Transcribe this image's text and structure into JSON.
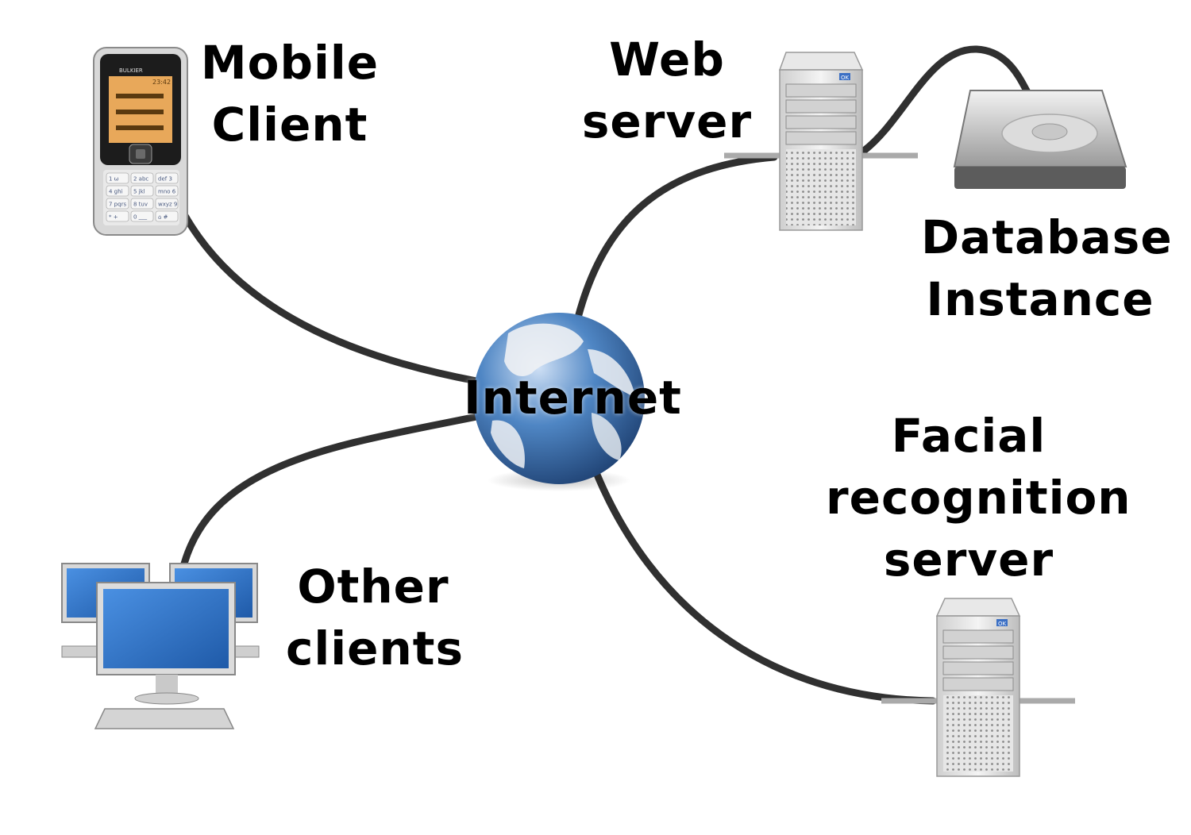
{
  "labels": {
    "mobile_client": [
      "Mobile",
      "Client"
    ],
    "web_server": [
      "Web",
      "server"
    ],
    "database": [
      "Database",
      "Instance"
    ],
    "internet": "Internet",
    "facial": [
      "Facial",
      "recognition",
      "server"
    ],
    "other_clients": [
      "Other",
      "clients"
    ]
  },
  "phone_screen": {
    "brand": "BULKIER",
    "time": "23:42"
  },
  "phone_keys": [
    "1 ω",
    "2 abc",
    "def 3",
    "4 ghi",
    "5 jkl",
    "mno 6",
    "7 pqrs",
    "8 tuv",
    "wxyz 9",
    "* +",
    "0 ___",
    "⌂ #"
  ],
  "server_badge": "OK",
  "colors": {
    "cable": "#303030",
    "globe_ocean": "#2f5f9c",
    "screen_blue": "#2a6fc9",
    "phone_screen": "#e8a85a"
  }
}
